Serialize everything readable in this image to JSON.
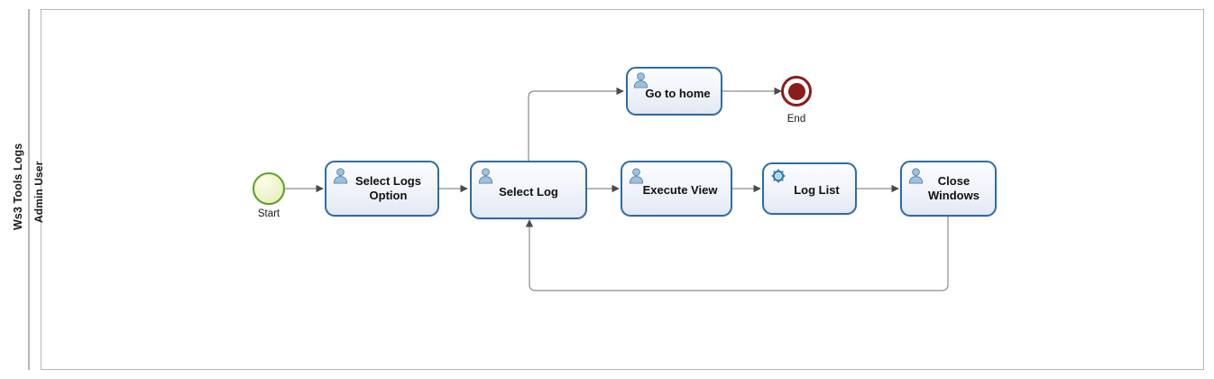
{
  "diagram": {
    "type": "bpmn-process",
    "pool": {
      "label": "Ws3 Tools Logs"
    },
    "lane": {
      "label": "Admin User"
    },
    "colors": {
      "task_border": "#2e6ca4",
      "task_fill_top": "#fdfdff",
      "task_fill_bottom": "#e3e9f4",
      "start_border": "#5d9e28",
      "start_fill": "#f1f5cf",
      "end_color": "#8b1c1c",
      "flow_line": "#8c8c8c",
      "pool_border": "#b6b6b6"
    },
    "events": [
      {
        "id": "start",
        "kind": "start-event",
        "label": "Start"
      },
      {
        "id": "end",
        "kind": "end-event-terminate",
        "label": "End"
      }
    ],
    "tasks": [
      {
        "id": "select-logs-option",
        "label": "Select Logs\nOption",
        "marker": "user-task-icon"
      },
      {
        "id": "select-log",
        "label": "Select Log",
        "marker": "user-task-icon"
      },
      {
        "id": "go-to-home",
        "label": "Go to home",
        "marker": "user-task-icon"
      },
      {
        "id": "execute-view",
        "label": "Execute View",
        "marker": "user-task-icon"
      },
      {
        "id": "log-list",
        "label": "Log List",
        "marker": "service-task-icon"
      },
      {
        "id": "close-windows",
        "label": "Close\nWindows",
        "marker": "user-task-icon"
      }
    ],
    "flows": [
      {
        "from": "start",
        "to": "select-logs-option"
      },
      {
        "from": "select-logs-option",
        "to": "select-log"
      },
      {
        "from": "select-log",
        "to": "go-to-home"
      },
      {
        "from": "go-to-home",
        "to": "end"
      },
      {
        "from": "select-log",
        "to": "execute-view"
      },
      {
        "from": "execute-view",
        "to": "log-list"
      },
      {
        "from": "log-list",
        "to": "close-windows"
      },
      {
        "from": "close-windows",
        "to": "select-log"
      }
    ]
  }
}
